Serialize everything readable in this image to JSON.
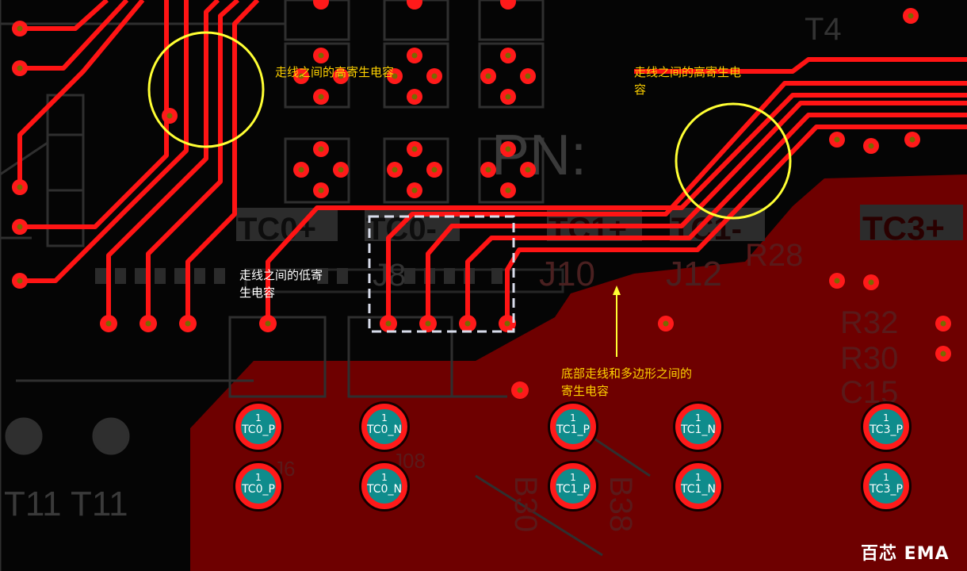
{
  "annotations": {
    "high_cap_left": "走线之间的高寄生电容",
    "high_cap_right_line1": "走线之间的高寄生电",
    "high_cap_right_line2": "容",
    "low_cap_line1": "走线之间的低寄",
    "low_cap_line2": "生电容",
    "bottom_poly_line1": "底部走线和多边形之间的",
    "bottom_poly_line2": "寄生电容"
  },
  "silkscreen": {
    "tc0_plus": "TC0+",
    "tc0_minus": "TC0-",
    "tc1_plus": "TC1+",
    "tc1_minus": "TC1-",
    "tc3_plus": "TC3+",
    "pn": "PN:",
    "j8": "J8",
    "j10": "J10",
    "j12": "J12",
    "t4": "T4",
    "r28": "R28",
    "r32": "R32",
    "r30": "R30",
    "c15": "C15",
    "b30": "B30",
    "b38": "B38",
    "t11": "T11 T11",
    "j6": "J6",
    "j08": "J08"
  },
  "pads": [
    {
      "num": "1",
      "net": "TC0_P"
    },
    {
      "num": "1",
      "net": "TC0_N"
    },
    {
      "num": "1",
      "net": "TC1_P"
    },
    {
      "num": "1",
      "net": "TC1_N"
    },
    {
      "num": "1",
      "net": "TC3_P"
    },
    {
      "num": "1",
      "net": "TC0_P"
    },
    {
      "num": "1",
      "net": "TC0_N"
    },
    {
      "num": "1",
      "net": "TC1_P"
    },
    {
      "num": "1",
      "net": "TC1_N"
    },
    {
      "num": "1",
      "net": "TC3_P"
    }
  ],
  "logo": "百芯 EMA",
  "colors": {
    "trace": "#ff1414",
    "copper_pour": "#7a0000",
    "highlight": "#ffff33",
    "annotation_text": "#ffd200",
    "pad_center": "#0f8c8c",
    "silkscreen": "#3a3a3a"
  }
}
